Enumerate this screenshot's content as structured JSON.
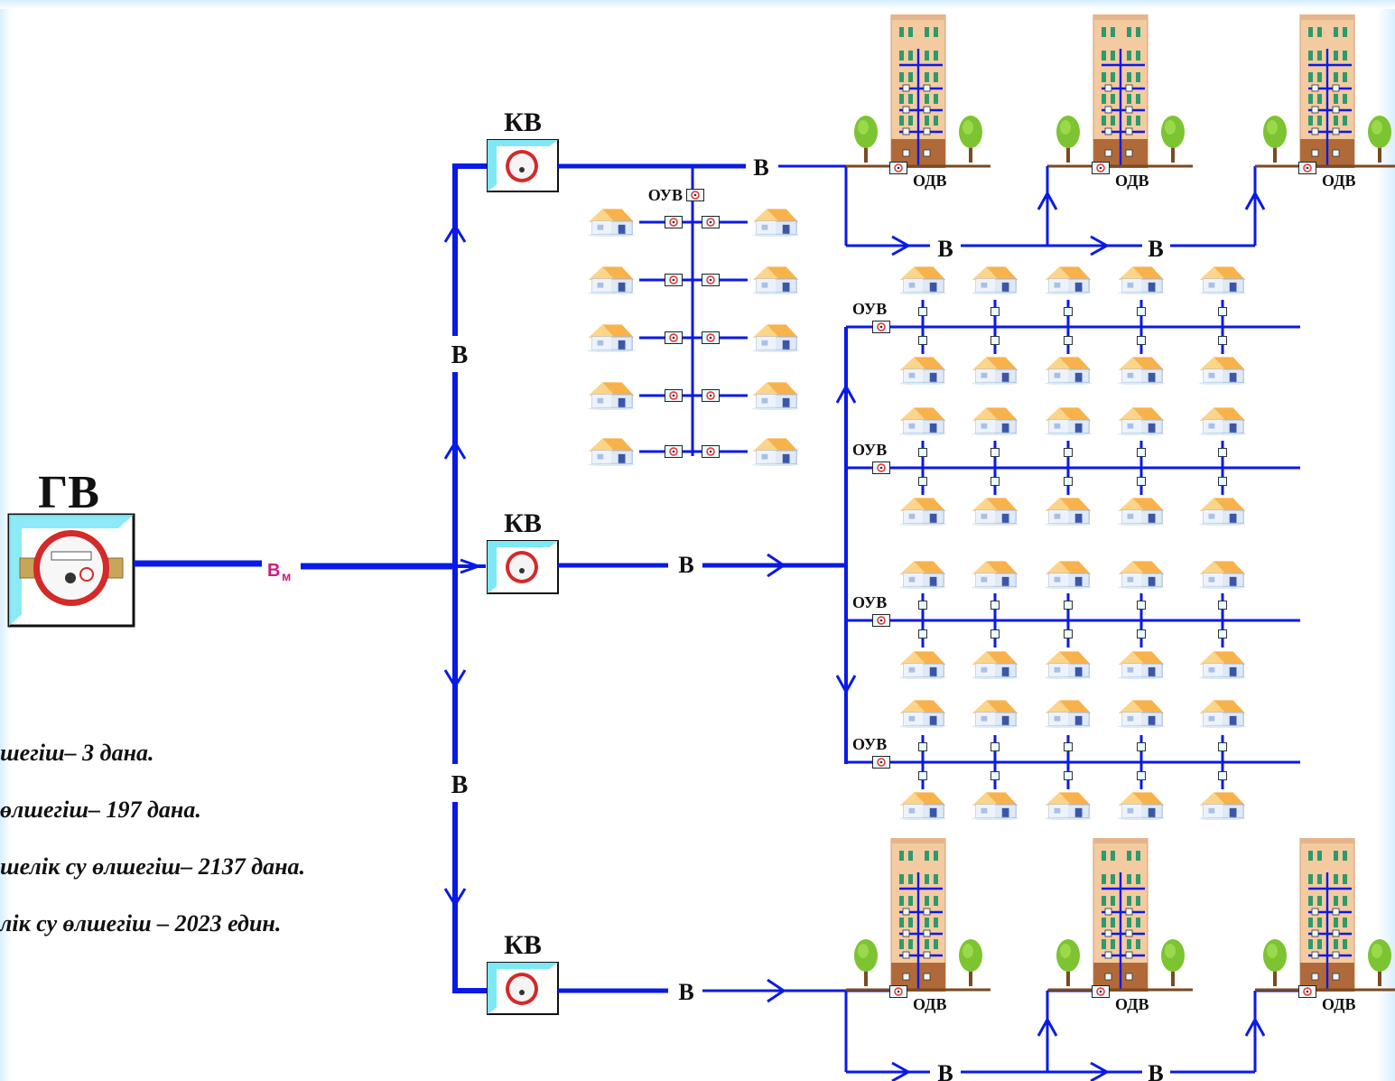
{
  "main_meter": {
    "label": "ГВ",
    "pipe_label": "B",
    "pipe_subscript": "м"
  },
  "branches": [
    {
      "meter_label": "КВ",
      "pipe_label": "B"
    },
    {
      "meter_label": "КВ",
      "pipe_label": "B"
    },
    {
      "meter_label": "КВ",
      "pipe_label": "B"
    }
  ],
  "trunk_labels": [
    "B",
    "B"
  ],
  "labels": {
    "pipe": "B",
    "street_meter": "ОУВ",
    "building_meter": "ОДВ"
  },
  "notes": [
    "шегіш– 3 дана.",
    "өлшегіш– 197 дана.",
    "шелік су өлшегіш– 2137 дана.",
    "лік су өлшегіш – 2023 един."
  ],
  "colors": {
    "pipe": "#0a1ae6",
    "subscript": "#d11a7a",
    "meter_bg": "#7fe8f5",
    "house_roof": "#f5a442",
    "building": "#f3c9a0",
    "tree": "#6fbf2a"
  }
}
